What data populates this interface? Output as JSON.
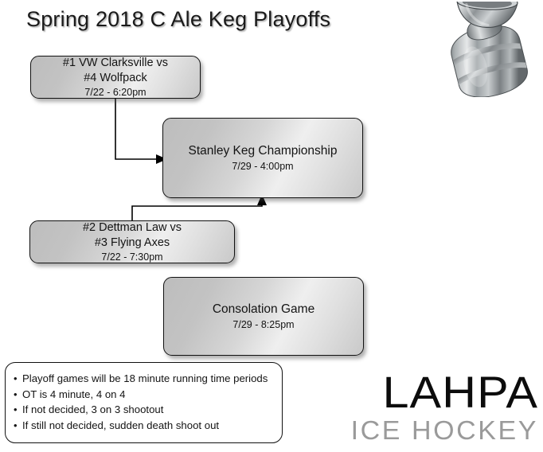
{
  "page": {
    "title": "Spring 2018 C Ale Keg Playoffs",
    "background_color": "#ffffff"
  },
  "bracket": {
    "boxes": [
      {
        "id": "semifinal-1",
        "line1": "#1  VW Clarksville vs",
        "line2": "#4 Wolfpack",
        "time": "7/22 - 6:20pm"
      },
      {
        "id": "semifinal-2",
        "line1": "#2 Dettman Law vs",
        "line2": "#3 Flying Axes",
        "time": "7/22 - 7:30pm"
      },
      {
        "id": "championship",
        "line1": "Stanley Keg Championship",
        "time": "7/29 - 4:00pm"
      },
      {
        "id": "consolation",
        "line1": "Consolation Game",
        "time": "7/29 - 8:25pm"
      }
    ],
    "box_fill_color": "#d2d2d2",
    "box_border_color": "#111111"
  },
  "rules": {
    "bullet": "•",
    "items": [
      "Playoff games will be 18 minute running time periods",
      "OT is 4 minute, 4 on 4",
      "If not decided, 3 on 3 shootout",
      "If still not decided, sudden death shoot out"
    ]
  },
  "logo": {
    "main": "LAHPA",
    "sub": "ICE HOCKEY",
    "main_color": "#0c0c0c",
    "sub_color": "#9a9a9a"
  },
  "trophy": {
    "name": "stanley-cup-trophy",
    "color": "#a8acae"
  }
}
